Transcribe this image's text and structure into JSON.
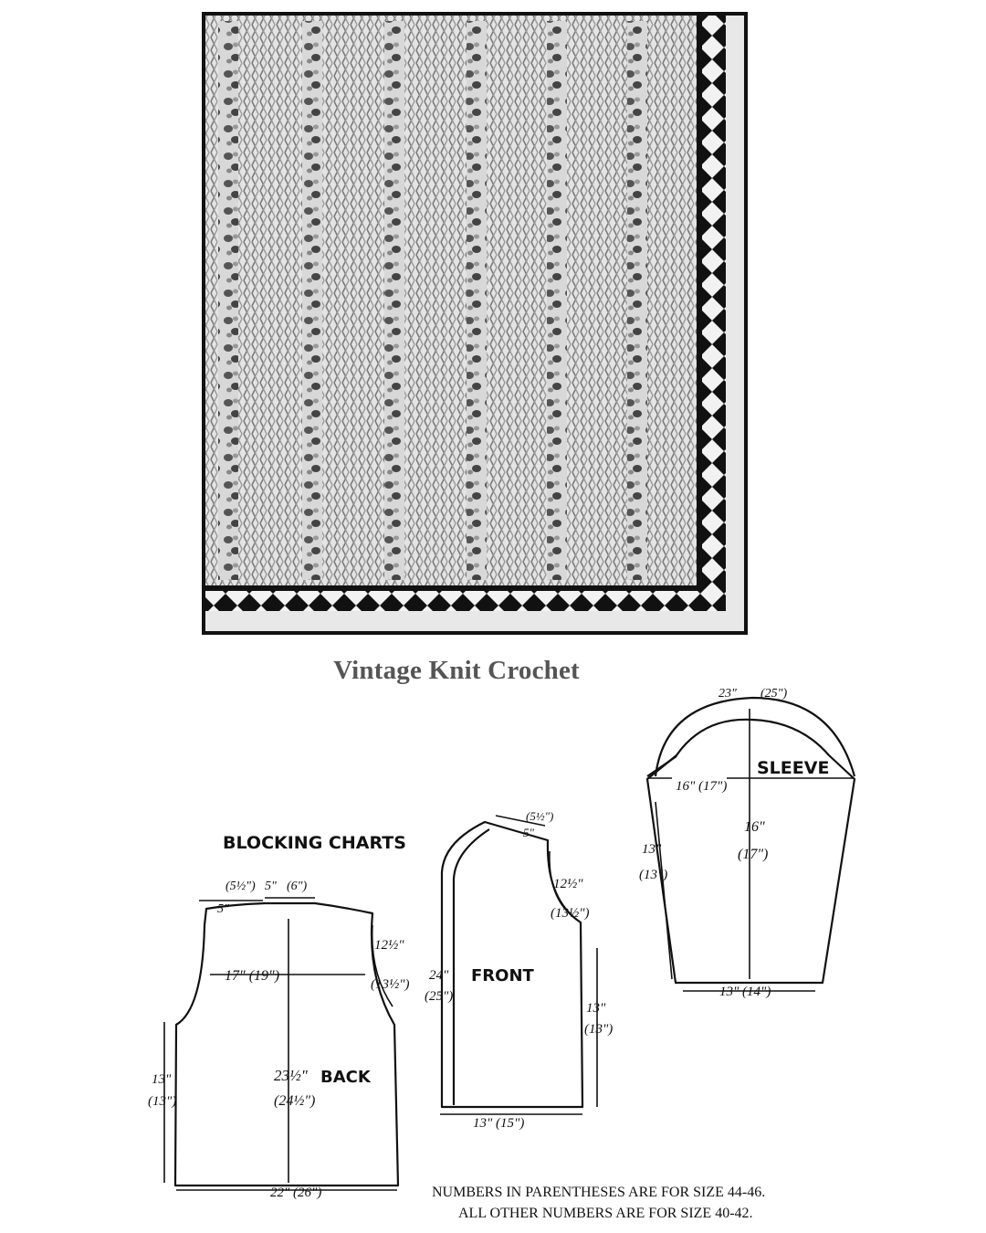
{
  "caption": "Vintage Knit Crochet",
  "charts_title": "BLOCKING CHARTS",
  "pieces": {
    "back": {
      "label": "BACK",
      "shoulder": "5\"",
      "shoulder_alt": "(5½\")",
      "neck": "5\"",
      "neck_alt": "(6\")",
      "chest": "17\" (19\")",
      "armhole": "12½\"",
      "armhole_alt": "(13½\")",
      "side": "13\"",
      "side_alt": "(13\")",
      "length": "23½\"",
      "length_alt": "(24½\")",
      "bottom": "22\" (26\")"
    },
    "front": {
      "label": "FRONT",
      "shoulder": "5\"",
      "shoulder_alt": "(5½\")",
      "length": "24\"",
      "length_alt": "(25\")",
      "armhole": "12½\"",
      "armhole_alt": "(13½\")",
      "side": "13\"",
      "side_alt": "(13\")",
      "bottom": "13\" (15\")"
    },
    "sleeve": {
      "label": "SLEEVE",
      "cap": "23\"",
      "cap_alt": "(25\")",
      "top_width": "16\" (17\")",
      "length": "16\"",
      "length_alt": "(17\")",
      "side": "13\"",
      "side_alt": "(13\")",
      "bottom": "13\" (14\")"
    }
  },
  "note_line1": "NUMBERS IN PARENTHESES ARE FOR SIZE 44-46.",
  "note_line2": "ALL OTHER NUMBERS ARE FOR SIZE 40-42."
}
